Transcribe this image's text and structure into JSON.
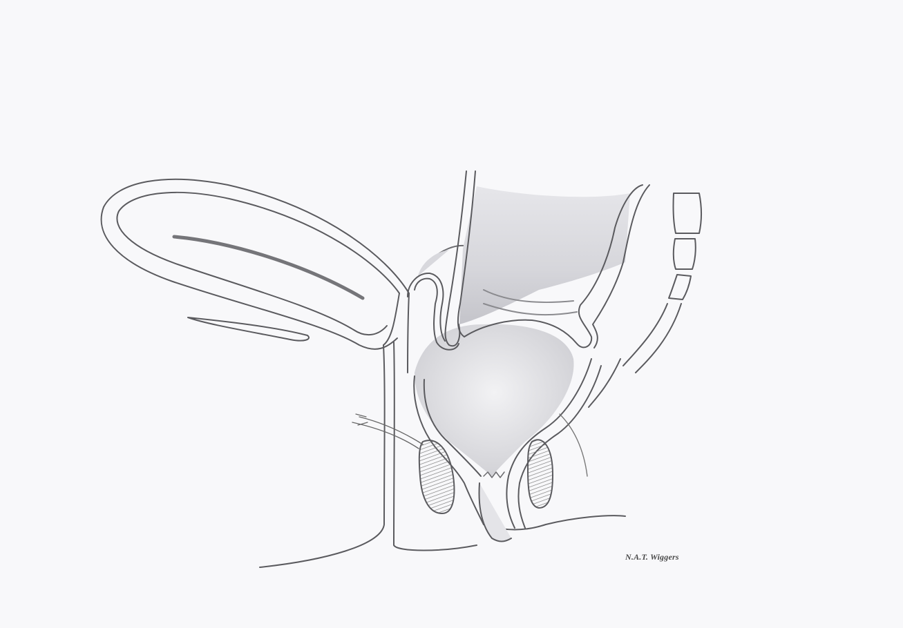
{
  "illustration": {
    "subject": "pelvic-sagittal-line-drawing",
    "style": "pencil sketch",
    "line_color": "#555555",
    "paper_color": "#f8f8fa"
  },
  "signature": {
    "text": "N.A.T. Wiggers"
  }
}
